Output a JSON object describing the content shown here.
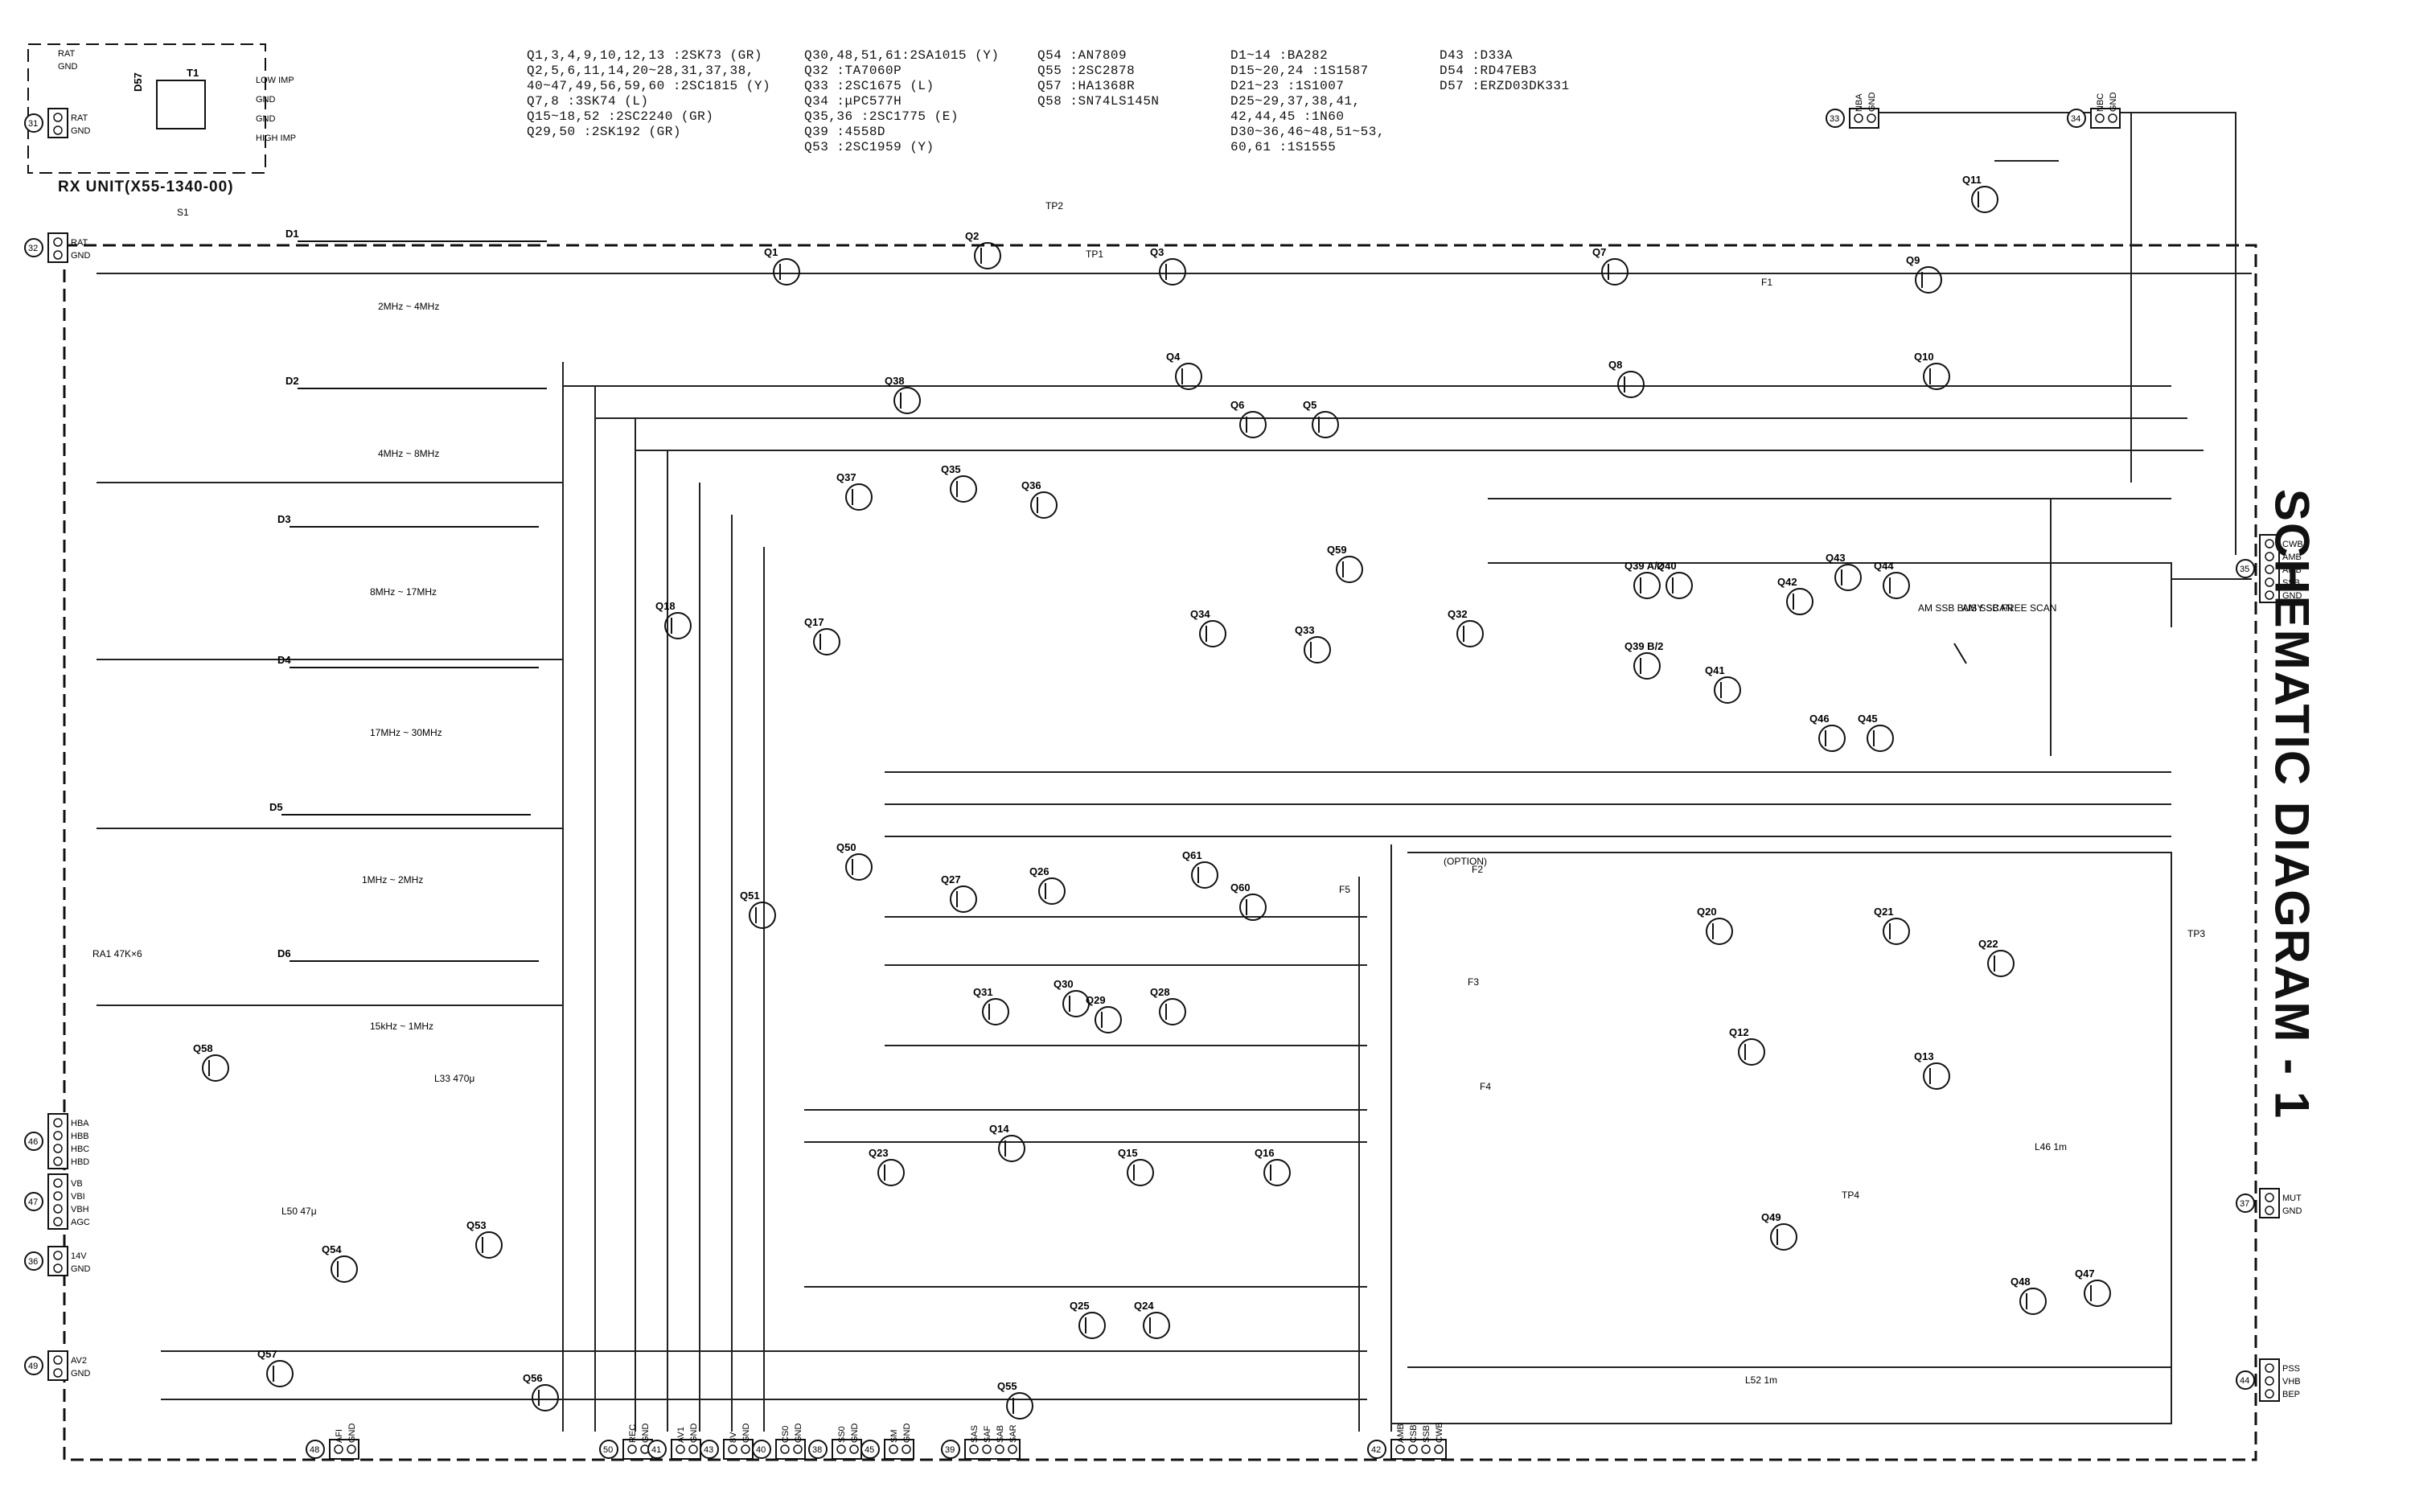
{
  "title": "SCHEMATIC DIAGRAM - 1",
  "rx_unit": "RX UNIT(X55-1340-00)",
  "parts_table": {
    "col1": [
      [
        "Q1,3,4,9,10,12,13",
        "2SK73 (GR)"
      ],
      [
        "Q2,5,6,11,14,20~28,31,37,38,",
        ""
      ],
      [
        "40~47,49,56,59,60",
        "2SC1815 (Y)"
      ],
      [
        "Q7,8",
        "3SK74 (L)"
      ],
      [
        "Q15~18,52",
        "2SC2240 (GR)"
      ],
      [
        "Q29,50",
        "2SK192 (GR)"
      ]
    ],
    "col2": [
      [
        "Q30,48,51,61",
        "2SA1015 (Y)"
      ],
      [
        "Q32",
        "TA7060P"
      ],
      [
        "Q33",
        "2SC1675 (L)"
      ],
      [
        "Q34",
        "μPC577H"
      ],
      [
        "Q35,36",
        "2SC1775 (E)"
      ],
      [
        "Q39",
        "4558D"
      ],
      [
        "Q53",
        "2SC1959 (Y)"
      ]
    ],
    "col3": [
      [
        "Q54",
        "AN7809"
      ],
      [
        "Q55",
        "2SC2878"
      ],
      [
        "Q57",
        "HA1368R"
      ],
      [
        "Q58",
        "SN74LS145N"
      ]
    ],
    "col4": [
      [
        "D1~14",
        "BA282"
      ],
      [
        "D15~20,24",
        "1S1587"
      ],
      [
        "D21~23",
        "1S1007"
      ],
      [
        "D25~29,37,38,41,",
        ""
      ],
      [
        "42,44,45",
        "1N60"
      ],
      [
        "D30~36,46~48,51~53,",
        ""
      ],
      [
        "60,61",
        "1S1555"
      ]
    ],
    "col5": [
      [
        "D43",
        "D33A"
      ],
      [
        "D54",
        "RD47EB3"
      ],
      [
        "D57",
        "ERZD03DK331"
      ]
    ]
  },
  "antenna_switch": {
    "pins": [
      "RAT",
      "GND"
    ],
    "t1_taps": [
      "LOW IMP",
      "GND",
      "GND",
      "HIGH IMP"
    ],
    "labels": [
      "T1",
      "D57"
    ]
  },
  "connector_ids": [
    "31",
    "32",
    "33",
    "34",
    "35",
    "36",
    "37",
    "38",
    "39",
    "40",
    "41",
    "42",
    "43",
    "44",
    "45",
    "46",
    "47",
    "48",
    "49",
    "50"
  ],
  "connectors": {
    "left_upper": {
      "id": "31",
      "pins": [
        "RAT",
        "GND"
      ]
    },
    "left_rx": {
      "id": "32",
      "pins": [
        "RAT",
        "GND"
      ]
    },
    "top_nb": {
      "id": "33",
      "pins": [
        "NBA",
        "GND"
      ]
    },
    "top_nbc": {
      "id": "34",
      "pins": [
        "NBC",
        "GND"
      ]
    },
    "right_mode": {
      "id": "35",
      "pins": [
        "CWB",
        "AMB",
        "AMB",
        "SSB",
        "GND"
      ]
    },
    "right_mut": {
      "id": "37",
      "pins": [
        "MUT",
        "GND"
      ]
    },
    "right_pss": {
      "id": "44",
      "pins": [
        "PSS",
        "VHB",
        "BEP"
      ]
    },
    "left_band": {
      "id": "46",
      "pins": [
        "HBA",
        "HBB",
        "HBC",
        "HBD"
      ]
    },
    "left_vb": {
      "id": "47",
      "pins": [
        "VB",
        "VBI",
        "VBH",
        "AGC"
      ]
    },
    "left_14v": {
      "id": "36",
      "pins": [
        "14V",
        "GND"
      ]
    },
    "left_av2": {
      "id": "49",
      "pins": [
        "AV2",
        "GND"
      ]
    },
    "bottom_group": [
      {
        "id": "48",
        "pins": [
          "AFI",
          "GND"
        ]
      },
      {
        "id": "50",
        "pins": [
          "REC",
          "GND"
        ]
      },
      {
        "id": "41",
        "pins": [
          "AV1",
          "GND"
        ]
      },
      {
        "id": "43",
        "pins": [
          "8V",
          "GND"
        ]
      },
      {
        "id": "40",
        "pins": [
          "CS0",
          "GND"
        ]
      },
      {
        "id": "38",
        "pins": [
          "SS0",
          "GND"
        ]
      },
      {
        "id": "45",
        "pins": [
          "SM",
          "GND"
        ]
      },
      {
        "id": "39",
        "pins": [
          "SAS",
          "SAF",
          "SAB",
          "SAR"
        ]
      },
      {
        "id": "42",
        "pins": [
          "AMB",
          "CSB",
          "SSB",
          "CWB"
        ]
      }
    ]
  },
  "scan_labels": {
    "busy": "AM SSB BUSY SCAN",
    "free": "AM SSB FREE SCAN"
  },
  "filter_bands": [
    {
      "bpf": "D1",
      "range": "2MHz ~ 4MHz"
    },
    {
      "bpf": "D2",
      "range": "4MHz ~ 8MHz"
    },
    {
      "bpf": "D3",
      "range": "8MHz ~ 17MHz"
    },
    {
      "bpf": "D4",
      "range": "17MHz ~ 30MHz"
    },
    {
      "bpf": "D5",
      "range": "1MHz ~ 2MHz"
    },
    {
      "bpf": "D6",
      "range": "15kHz ~ 1MHz"
    }
  ],
  "stage_components": [
    {
      "ref": "Q1"
    },
    {
      "ref": "Q2"
    },
    {
      "ref": "Q3"
    },
    {
      "ref": "Q4"
    },
    {
      "ref": "Q5"
    },
    {
      "ref": "Q6"
    },
    {
      "ref": "Q7"
    },
    {
      "ref": "Q8"
    },
    {
      "ref": "Q9"
    },
    {
      "ref": "Q10"
    },
    {
      "ref": "Q11"
    },
    {
      "ref": "Q12"
    },
    {
      "ref": "Q13"
    },
    {
      "ref": "Q14"
    },
    {
      "ref": "Q15"
    },
    {
      "ref": "Q16"
    },
    {
      "ref": "Q17"
    },
    {
      "ref": "Q18"
    },
    {
      "ref": "Q20"
    },
    {
      "ref": "Q21"
    },
    {
      "ref": "Q22"
    },
    {
      "ref": "Q23"
    },
    {
      "ref": "Q24"
    },
    {
      "ref": "Q25"
    },
    {
      "ref": "Q26"
    },
    {
      "ref": "Q27"
    },
    {
      "ref": "Q28"
    },
    {
      "ref": "Q29"
    },
    {
      "ref": "Q30"
    },
    {
      "ref": "Q31"
    },
    {
      "ref": "Q32"
    },
    {
      "ref": "Q33"
    },
    {
      "ref": "Q34"
    },
    {
      "ref": "Q35"
    },
    {
      "ref": "Q36"
    },
    {
      "ref": "Q37"
    },
    {
      "ref": "Q38"
    },
    {
      "ref": "Q39 A/2"
    },
    {
      "ref": "Q39 B/2"
    },
    {
      "ref": "Q40"
    },
    {
      "ref": "Q41"
    },
    {
      "ref": "Q42"
    },
    {
      "ref": "Q43"
    },
    {
      "ref": "Q44"
    },
    {
      "ref": "Q45"
    },
    {
      "ref": "Q46"
    },
    {
      "ref": "Q47"
    },
    {
      "ref": "Q48"
    },
    {
      "ref": "Q49"
    },
    {
      "ref": "Q50"
    },
    {
      "ref": "Q51"
    },
    {
      "ref": "Q53"
    },
    {
      "ref": "Q54"
    },
    {
      "ref": "Q55"
    },
    {
      "ref": "Q56"
    },
    {
      "ref": "Q57"
    },
    {
      "ref": "Q58"
    },
    {
      "ref": "Q59"
    },
    {
      "ref": "Q60"
    },
    {
      "ref": "Q61"
    }
  ],
  "misc_labels": {
    "s1": "S1",
    "ra1": "RA1 47K×6",
    "l46": "L46 1m",
    "l50": "L50 47μ",
    "l52": "L52 1m",
    "l33": "L33 470μ",
    "tp1": "TP1",
    "tp2": "TP2",
    "tp3": "TP3",
    "tp4": "TP4",
    "f1": "F1",
    "f2": "F2",
    "f3": "F3",
    "f4": "F4",
    "f5": "F5",
    "option": "(OPTION)"
  }
}
